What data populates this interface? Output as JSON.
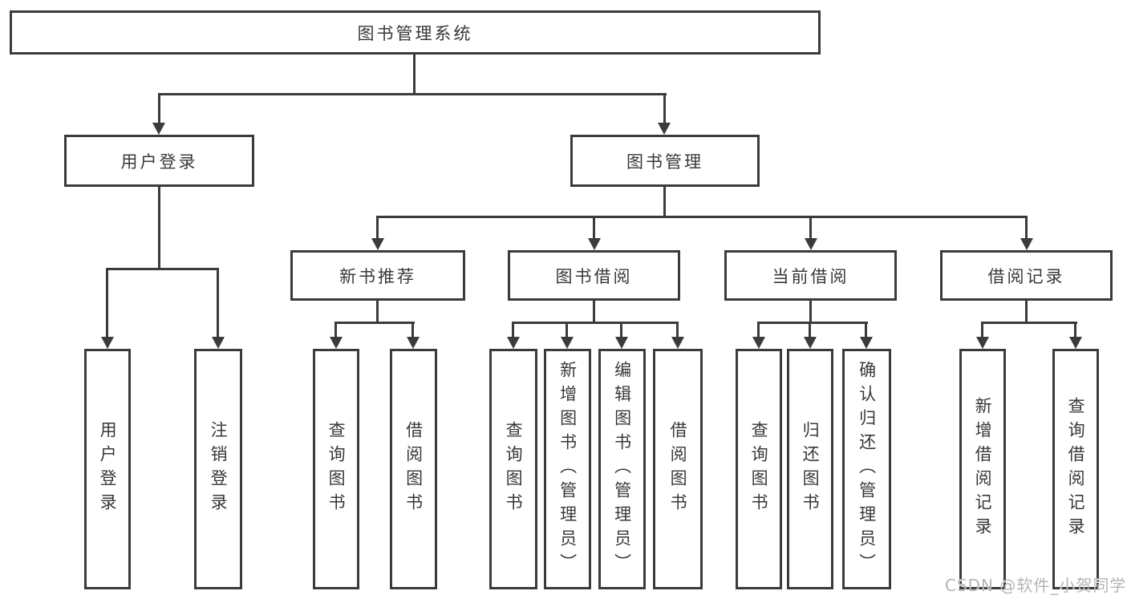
{
  "title": "图书管理系统",
  "branches": [
    {
      "label": "用户登录",
      "children": [
        "用户登录",
        "注销登录"
      ]
    },
    {
      "label": "图书管理",
      "groups": [
        {
          "label": "新书推荐",
          "children": [
            "查询图书",
            "借阅图书"
          ]
        },
        {
          "label": "图书借阅",
          "children": [
            "查询图书",
            "新增图书（管理员）",
            "编辑图书（管理员）",
            "借阅图书"
          ]
        },
        {
          "label": "当前借阅",
          "children": [
            "查询图书",
            "归还图书",
            "确认归还（管理员）"
          ]
        },
        {
          "label": "借阅记录",
          "children": [
            "新增借阅记录",
            "查询借阅记录"
          ]
        }
      ]
    }
  ],
  "watermark": "CSDN @软件_小贺同学",
  "colors": {
    "line": "#3b3b3b",
    "text": "#383838",
    "watermark": "#b6b4b4"
  }
}
